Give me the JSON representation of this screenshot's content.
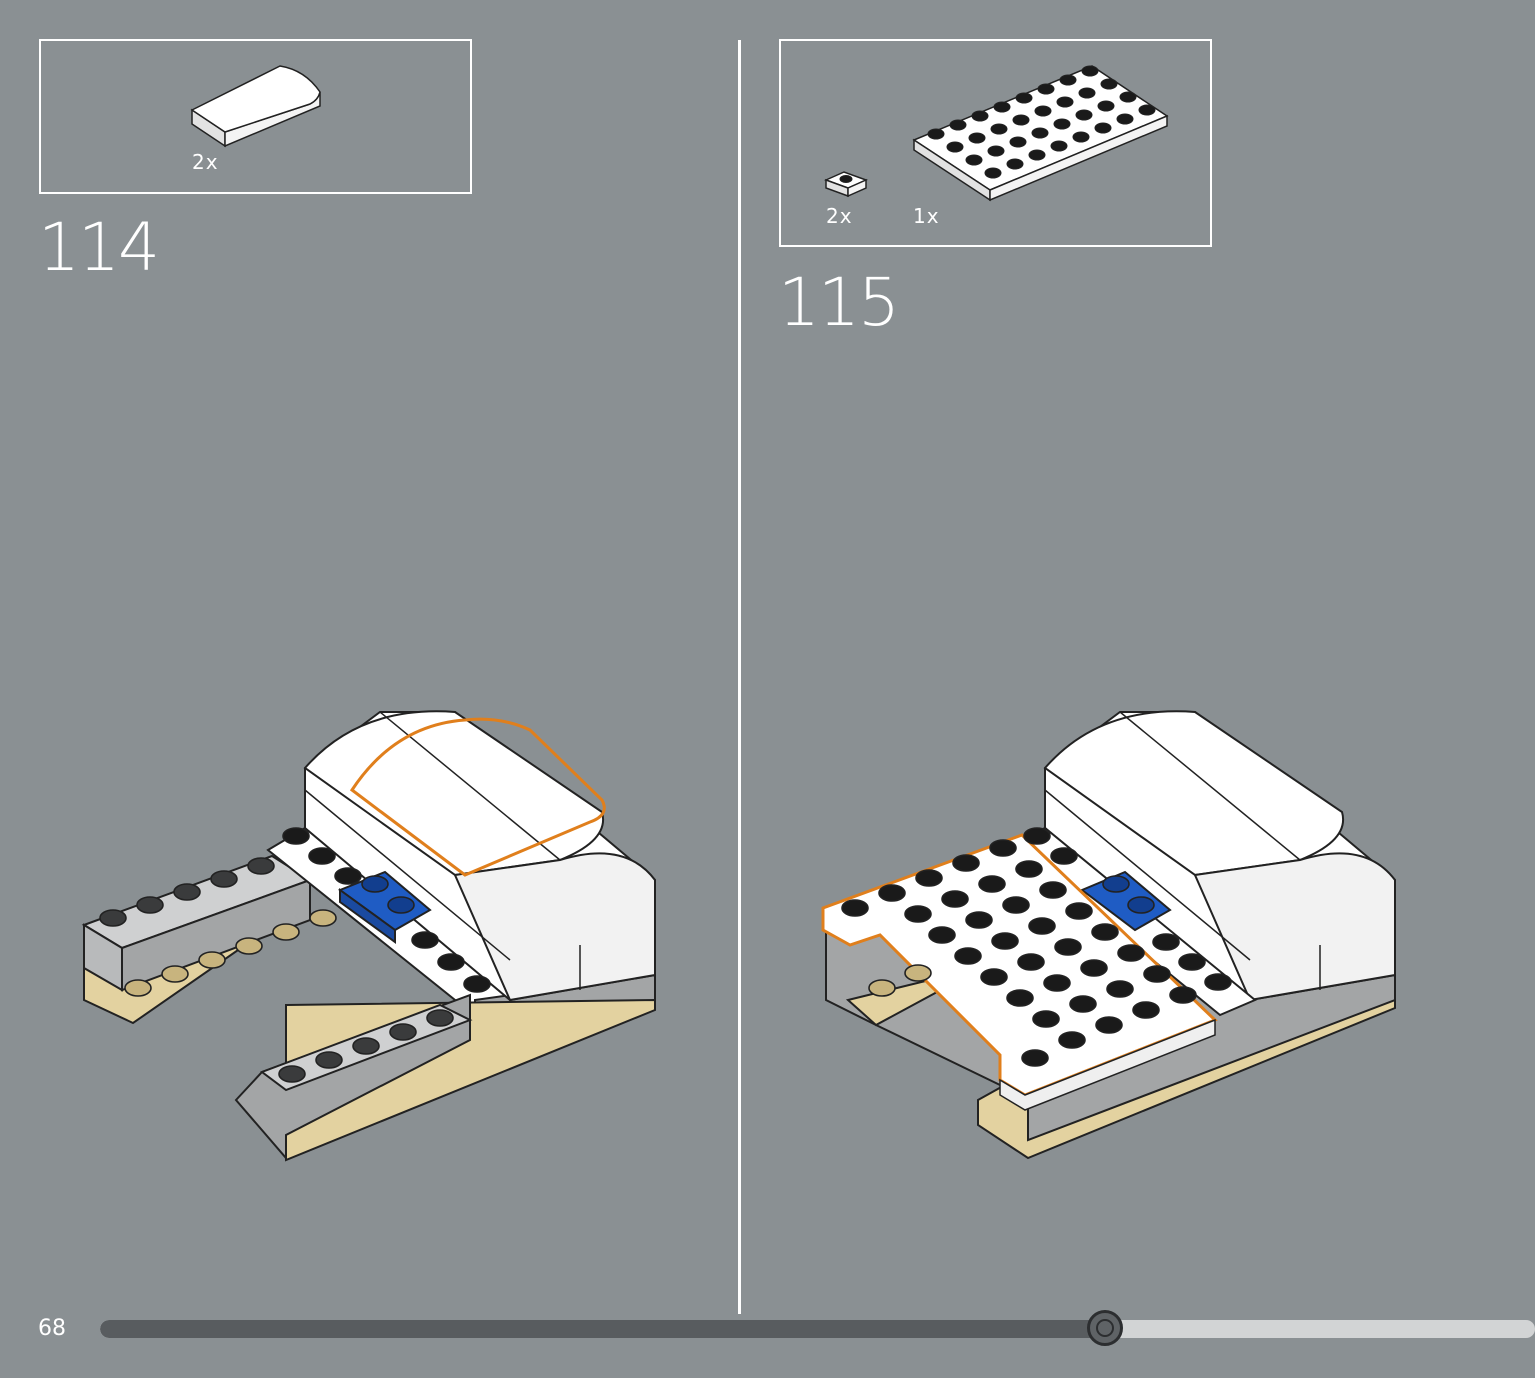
{
  "page": {
    "number": "68",
    "progress_fraction": 0.7
  },
  "colors": {
    "background": "#8a9093",
    "brick_white": "#ffffff",
    "brick_grey": "#a3a5a6",
    "brick_tan": "#e3d2a0",
    "brick_blue": "#1f5cc4",
    "highlight": "#e07f1c"
  },
  "steps": [
    {
      "number": "114",
      "parts": [
        {
          "name": "curved-slope-white",
          "quantity": "2x"
        }
      ]
    },
    {
      "number": "115",
      "parts": [
        {
          "name": "plate-1x1-white",
          "quantity": "2x"
        },
        {
          "name": "plate-4x8-white",
          "quantity": "1x"
        }
      ]
    }
  ]
}
